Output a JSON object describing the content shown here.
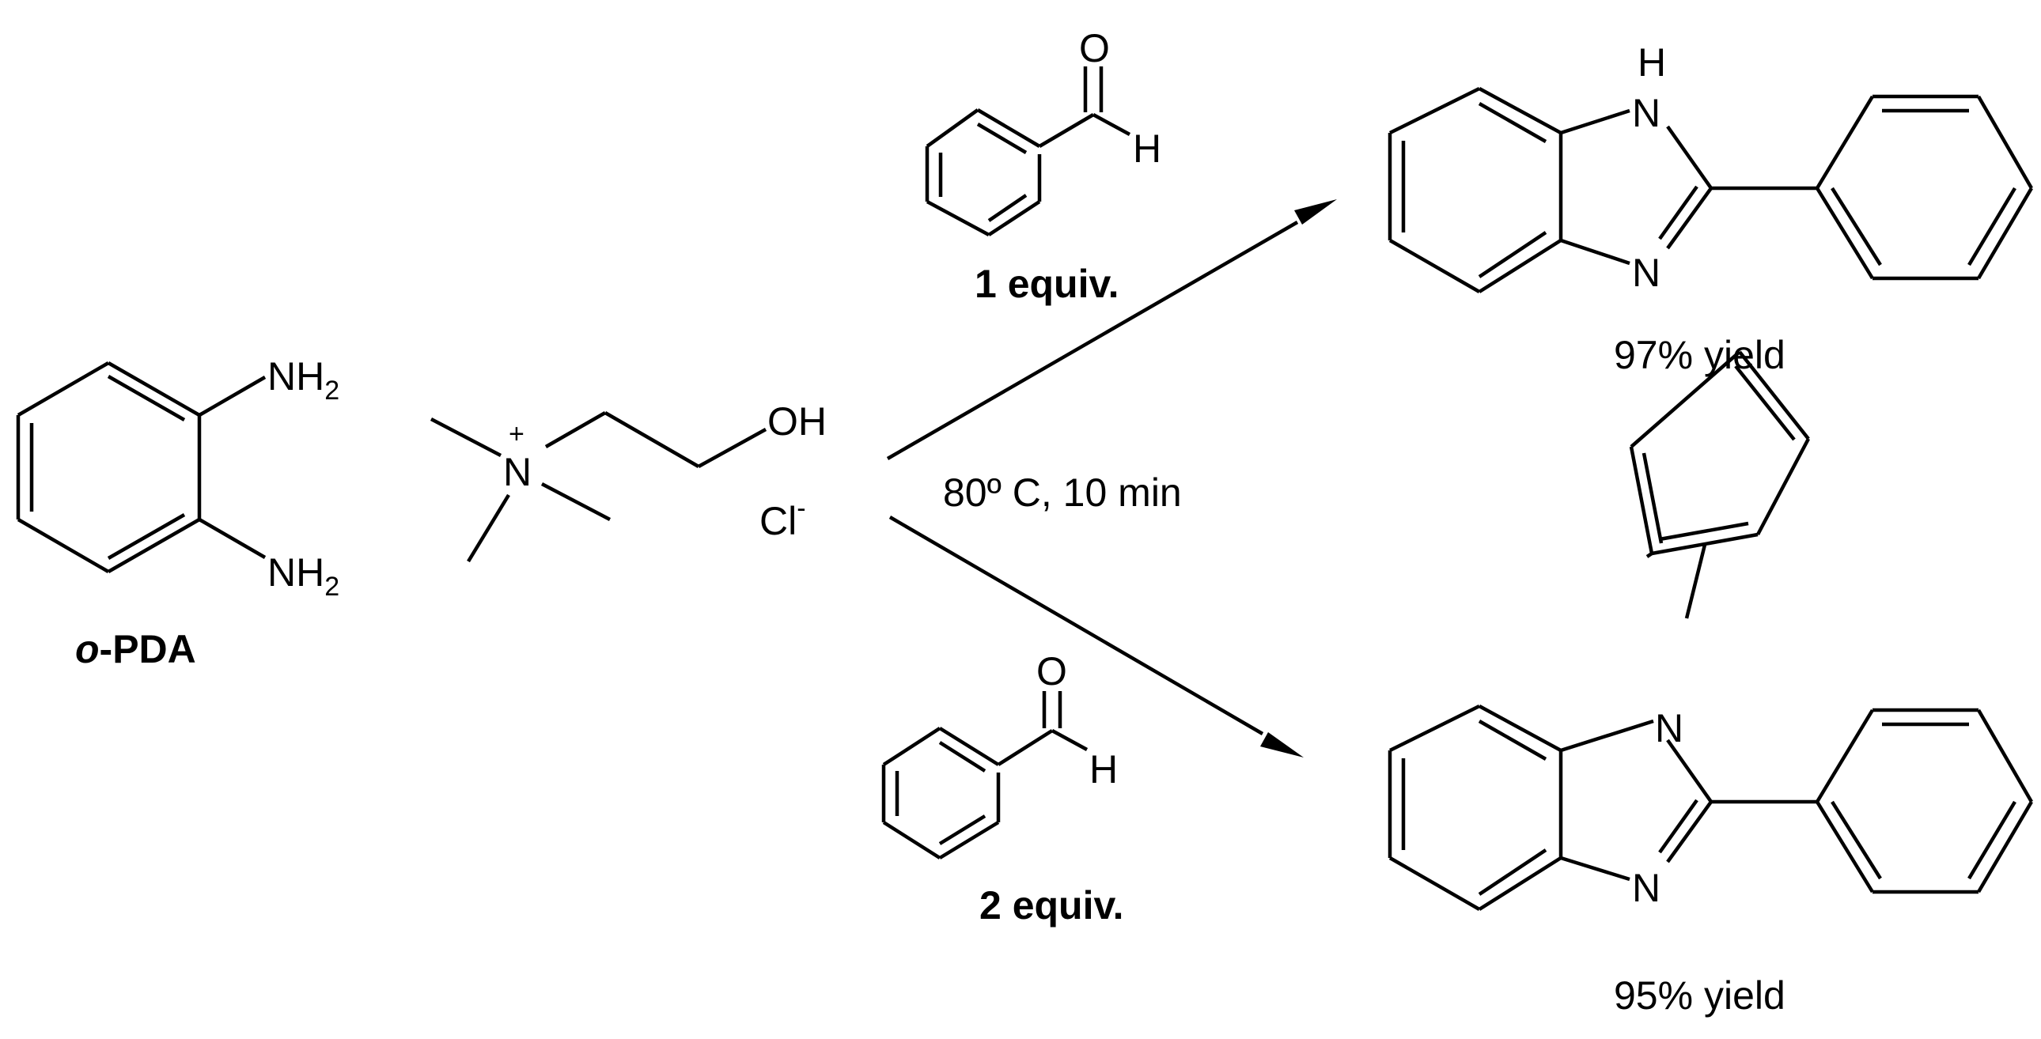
{
  "reactant_amine": {
    "nh2_top": "NH",
    "nh2_top_sub": "2",
    "nh2_bottom": "NH",
    "nh2_bottom_sub": "2",
    "label_italic": "o",
    "label_rest": "-PDA"
  },
  "choline_chloride": {
    "n_atom": "N",
    "n_charge": "+",
    "oh": "OH",
    "counterion": "Cl",
    "counterion_charge": "-"
  },
  "reagent_top": {
    "o_atom": "O",
    "h_atom": "H",
    "equiv": "1 equiv."
  },
  "reagent_bottom": {
    "o_atom": "O",
    "h_atom": "H",
    "equiv": "2 equiv."
  },
  "conditions": "80º C, 10 min",
  "product_top": {
    "nh_n": "N",
    "nh_h": "H",
    "n_bottom": "N",
    "yield": "97% yield"
  },
  "product_bottom": {
    "n_top": "N",
    "n_bottom": "N",
    "yield": "95% yield"
  }
}
